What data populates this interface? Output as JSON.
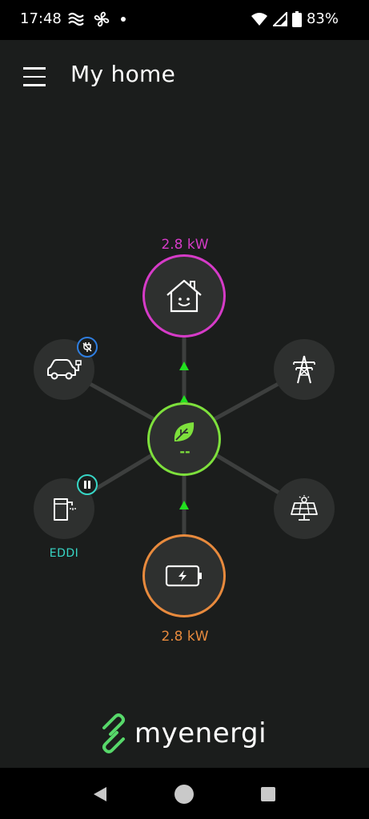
{
  "status_bar": {
    "time": "17:48",
    "battery": "83%",
    "icons": [
      "weather-waves-icon",
      "fan-icon",
      "dot-icon",
      "wifi-icon",
      "signal-icon",
      "battery-icon"
    ]
  },
  "header": {
    "title": "My home",
    "menu_icon": "hamburger-menu-icon"
  },
  "energy_flow": {
    "home": {
      "power": "2.8 kW",
      "icon": "house-smile-icon",
      "color": "#d63bc8"
    },
    "battery": {
      "power": "2.8 kW",
      "icon": "battery-charging-icon",
      "color": "#e88a3d"
    },
    "hub": {
      "value": "--",
      "icon": "leaf-icon",
      "color": "#7ee03c"
    },
    "ev_charger": {
      "icon": "electric-car-icon",
      "badge_icon": "plug-off-icon",
      "badge_color": "#2f7ee0"
    },
    "eddi": {
      "label": "EDDI",
      "icon": "water-heater-icon",
      "badge_icon": "pause-icon",
      "badge_color": "#37d6c6"
    },
    "grid": {
      "icon": "power-pylon-icon"
    },
    "solar": {
      "icon": "solar-panel-icon"
    }
  },
  "brand": {
    "name": "myenergi",
    "logo_color": "#57d86a"
  },
  "nav_bar": {
    "icons": [
      "back-icon",
      "home-icon",
      "recents-icon"
    ]
  }
}
